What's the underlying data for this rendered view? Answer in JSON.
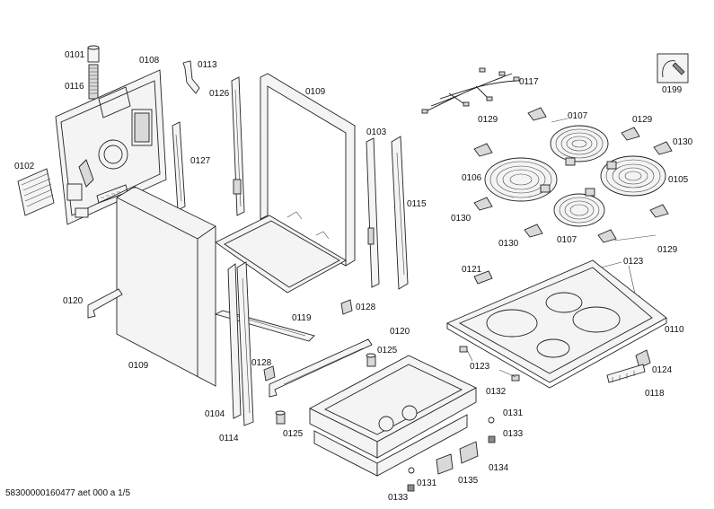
{
  "parts": [
    {
      "id": "p0101",
      "label": "0101"
    },
    {
      "id": "p0116",
      "label": "0116"
    },
    {
      "id": "p0108",
      "label": "0108"
    },
    {
      "id": "p0113",
      "label": "0113"
    },
    {
      "id": "p0126",
      "label": "0126"
    },
    {
      "id": "p0109a",
      "label": "0109"
    },
    {
      "id": "p0117",
      "label": "0117"
    },
    {
      "id": "p0199",
      "label": "0199"
    },
    {
      "id": "p0102",
      "label": "0102"
    },
    {
      "id": "p0127",
      "label": "0127"
    },
    {
      "id": "p0103",
      "label": "0103"
    },
    {
      "id": "p0129a",
      "label": "0129"
    },
    {
      "id": "p0107a",
      "label": "0107"
    },
    {
      "id": "p0129b",
      "label": "0129"
    },
    {
      "id": "p0130a",
      "label": "0130"
    },
    {
      "id": "p0106",
      "label": "0106"
    },
    {
      "id": "p0105",
      "label": "0105"
    },
    {
      "id": "p0115",
      "label": "0115"
    },
    {
      "id": "p0130b",
      "label": "0130"
    },
    {
      "id": "p0130c",
      "label": "0130"
    },
    {
      "id": "p0107b",
      "label": "0107"
    },
    {
      "id": "p0129c",
      "label": "0129"
    },
    {
      "id": "p0121",
      "label": "0121"
    },
    {
      "id": "p0123a",
      "label": "0123"
    },
    {
      "id": "p0120a",
      "label": "0120"
    },
    {
      "id": "p0128a",
      "label": "0128"
    },
    {
      "id": "p0119",
      "label": "0119"
    },
    {
      "id": "p0120b",
      "label": "0120"
    },
    {
      "id": "p0110",
      "label": "0110"
    },
    {
      "id": "p0125a",
      "label": "0125"
    },
    {
      "id": "p0109b",
      "label": "0109"
    },
    {
      "id": "p0128b",
      "label": "0128"
    },
    {
      "id": "p0123b",
      "label": "0123"
    },
    {
      "id": "p0124",
      "label": "0124"
    },
    {
      "id": "p0132",
      "label": "0132"
    },
    {
      "id": "p0118",
      "label": "0118"
    },
    {
      "id": "p0104",
      "label": "0104"
    },
    {
      "id": "p0131a",
      "label": "0131"
    },
    {
      "id": "p0114",
      "label": "0114"
    },
    {
      "id": "p0125b",
      "label": "0125"
    },
    {
      "id": "p0133a",
      "label": "0133"
    },
    {
      "id": "p0134",
      "label": "0134"
    },
    {
      "id": "p0135",
      "label": "0135"
    },
    {
      "id": "p0131b",
      "label": "0131"
    },
    {
      "id": "p0133b",
      "label": "0133"
    }
  ],
  "footer": "58300000160477 aet 000 a 1/5",
  "colors": {
    "line": "#222222",
    "background": "#ffffff",
    "shade": "#d9d9d9"
  }
}
